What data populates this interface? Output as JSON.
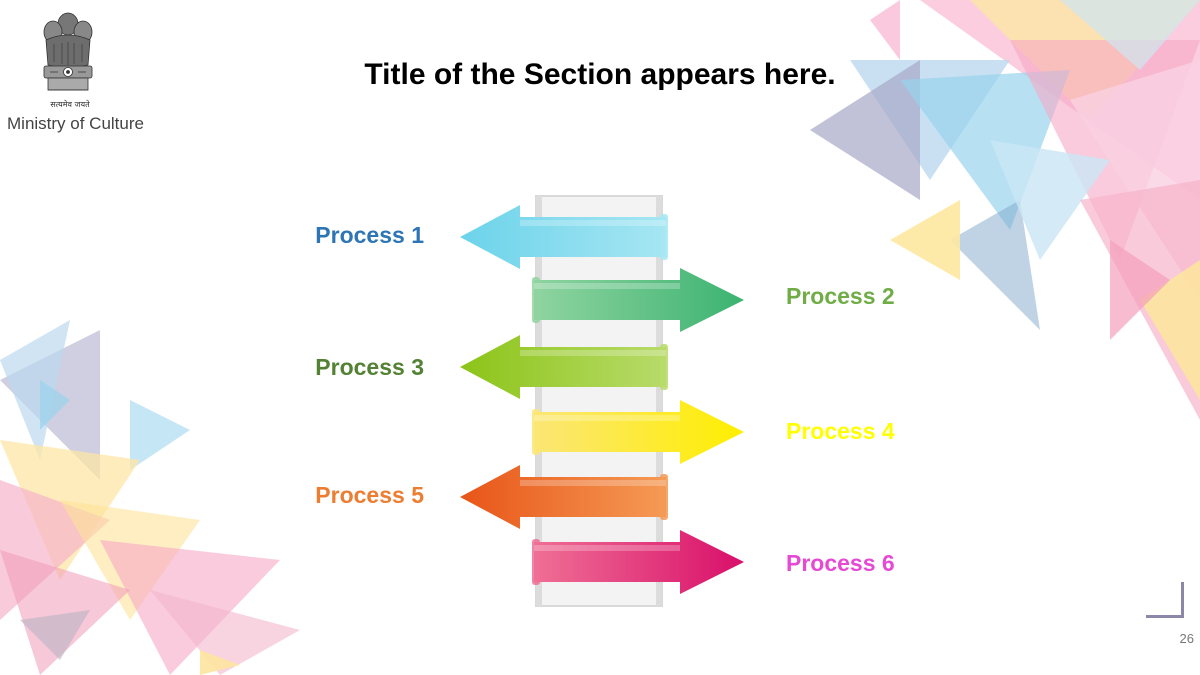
{
  "header": {
    "motto": "सत्यमेव जयते",
    "ministry": "Ministry of Culture",
    "title": "Title of the Section appears here."
  },
  "processes": [
    {
      "label": "Process 1",
      "side": "left",
      "color": "#2e75b6",
      "arrow_start": "#6cd3ea",
      "arrow_end": "#a6e6f3"
    },
    {
      "label": "Process 2",
      "side": "right",
      "color": "#70ad47",
      "arrow_start": "#8fd4a0",
      "arrow_end": "#3cb371"
    },
    {
      "label": "Process 3",
      "side": "left",
      "color": "#548235",
      "arrow_start": "#8cc418",
      "arrow_end": "#b8db6a"
    },
    {
      "label": "Process 4",
      "side": "right",
      "color": "#ffff00",
      "arrow_start": "#fbe676",
      "arrow_end": "#ffee00"
    },
    {
      "label": "Process 5",
      "side": "left",
      "color": "#ed7d31",
      "arrow_start": "#e85518",
      "arrow_end": "#f59a55"
    },
    {
      "label": "Process 6",
      "side": "right",
      "color": "#e64ad4",
      "arrow_start": "#ef6f95",
      "arrow_end": "#d90f6a"
    }
  ],
  "footer": {
    "page_number": "26"
  },
  "icons": {
    "logo": "national-emblem-icon"
  }
}
